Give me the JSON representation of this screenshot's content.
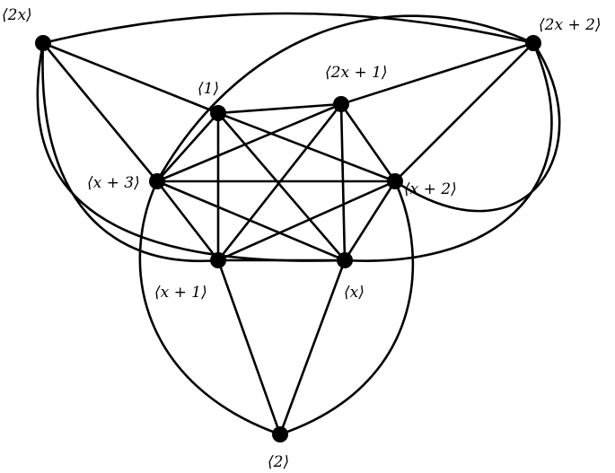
{
  "graph": {
    "nodes": [
      {
        "id": "n2x",
        "label": "⟨2x⟩"
      },
      {
        "id": "n2x2",
        "label": "⟨2x + 2⟩"
      },
      {
        "id": "n1",
        "label": "⟨1⟩"
      },
      {
        "id": "n2x1",
        "label": "⟨2x + 1⟩"
      },
      {
        "id": "nx3",
        "label": "⟨x + 3⟩"
      },
      {
        "id": "nx2",
        "label": "⟨x + 2⟩"
      },
      {
        "id": "nx1",
        "label": "⟨x + 1⟩"
      },
      {
        "id": "nx",
        "label": "⟨x⟩"
      },
      {
        "id": "n2",
        "label": "⟨2⟩"
      }
    ],
    "edges": [
      [
        "n1",
        "n2x1"
      ],
      [
        "n1",
        "nx3"
      ],
      [
        "n1",
        "nx2"
      ],
      [
        "n1",
        "nx1"
      ],
      [
        "n1",
        "nx"
      ],
      [
        "n2x1",
        "nx3"
      ],
      [
        "n2x1",
        "nx2"
      ],
      [
        "n2x1",
        "nx1"
      ],
      [
        "n2x1",
        "nx"
      ],
      [
        "nx3",
        "nx2"
      ],
      [
        "nx3",
        "nx1"
      ],
      [
        "nx3",
        "nx"
      ],
      [
        "nx2",
        "nx1"
      ],
      [
        "nx2",
        "nx"
      ],
      [
        "nx1",
        "nx"
      ],
      [
        "n2x",
        "n1"
      ],
      [
        "n2x",
        "nx3"
      ],
      [
        "n2x",
        "n2x2"
      ],
      [
        "n2x",
        "nx"
      ],
      [
        "n2x2",
        "n2x1"
      ],
      [
        "n2x2",
        "nx2"
      ],
      [
        "n2x2",
        "nx3"
      ],
      [
        "n2",
        "nx1"
      ],
      [
        "n2",
        "nx"
      ],
      [
        "n2",
        "nx3"
      ],
      [
        "n2",
        "nx2"
      ]
    ]
  }
}
